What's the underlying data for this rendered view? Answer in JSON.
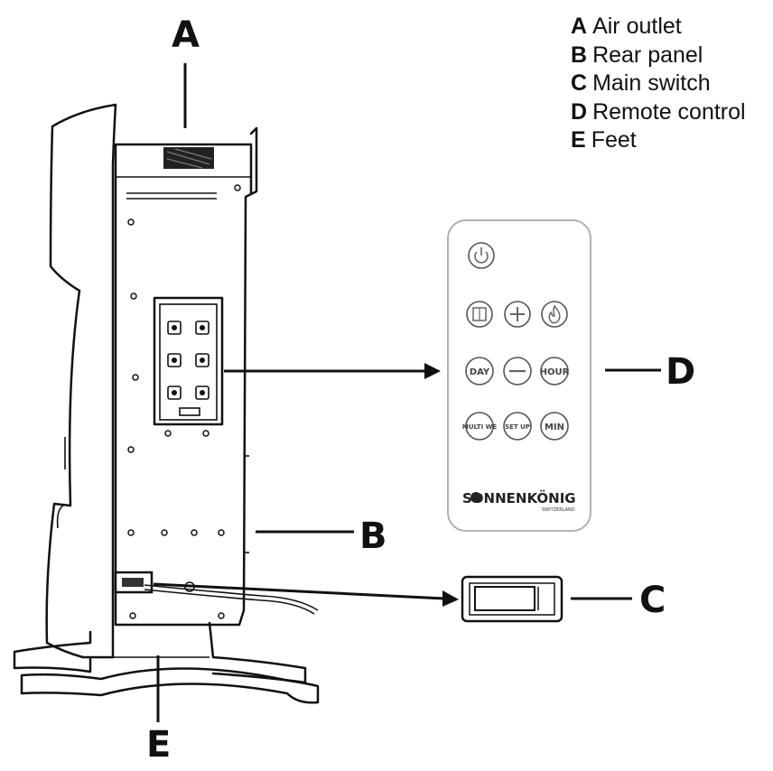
{
  "legend": [
    {
      "letter": "A",
      "text": "Air outlet"
    },
    {
      "letter": "B",
      "text": "Rear panel"
    },
    {
      "letter": "C",
      "text": "Main switch"
    },
    {
      "letter": "D",
      "text": "Remote control"
    },
    {
      "letter": "E",
      "text": "Feet"
    }
  ],
  "callouts": {
    "a": "A",
    "b": "B",
    "c": "C",
    "d": "D",
    "e": "E"
  },
  "remote": {
    "power_icon": "power-icon",
    "row2_icons": [
      "window-icon",
      "plus-icon",
      "flame-icon"
    ],
    "day": "DAY",
    "minus_icon": "minus-icon",
    "hour": "HOUR",
    "multi": "MULTI WE",
    "setup": "SET UP",
    "min": "MIN",
    "brand": "SONNENKÖNIG",
    "brand_sub": "SWITZERLAND"
  }
}
